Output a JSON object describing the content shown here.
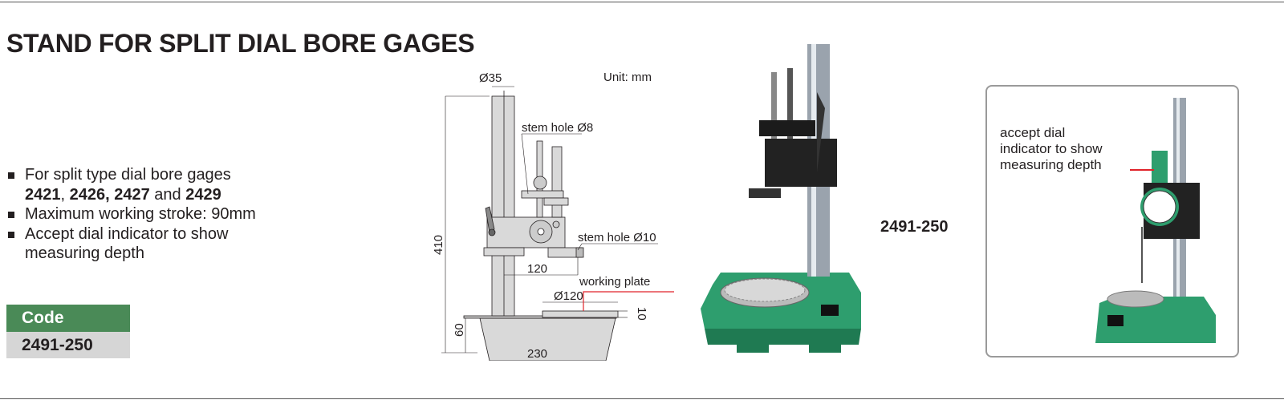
{
  "title": "STAND FOR SPLIT DIAL BORE GAGES",
  "features": [
    {
      "line1": "For split type dial bore gages",
      "models": [
        "2421",
        "2426,",
        "2427",
        "2429"
      ],
      "sep1": ", ",
      "and": " and "
    },
    {
      "text": "Maximum working stroke: 90mm"
    },
    {
      "text": "Accept dial indicator to show measuring depth"
    }
  ],
  "code_table": {
    "header": "Code",
    "value": "2491-250"
  },
  "diagram": {
    "unit": "Unit: mm",
    "dim_column_dia": "Ø35",
    "stem_hole_8": "stem hole Ø8",
    "stem_hole_10": "stem hole Ø10",
    "height": "410",
    "reach": "120",
    "working_plate": "working plate",
    "plate_dia": "Ø120",
    "plate_thickness": "10",
    "base_height": "60",
    "base_width": "230"
  },
  "product_label": "2491-250",
  "inset_caption": [
    "accept dial",
    "indicator to show",
    "measuring depth"
  ],
  "colors": {
    "green": "#4a8a57",
    "stand_green": "#2e9e6e",
    "callout_red": "#e0232a"
  }
}
